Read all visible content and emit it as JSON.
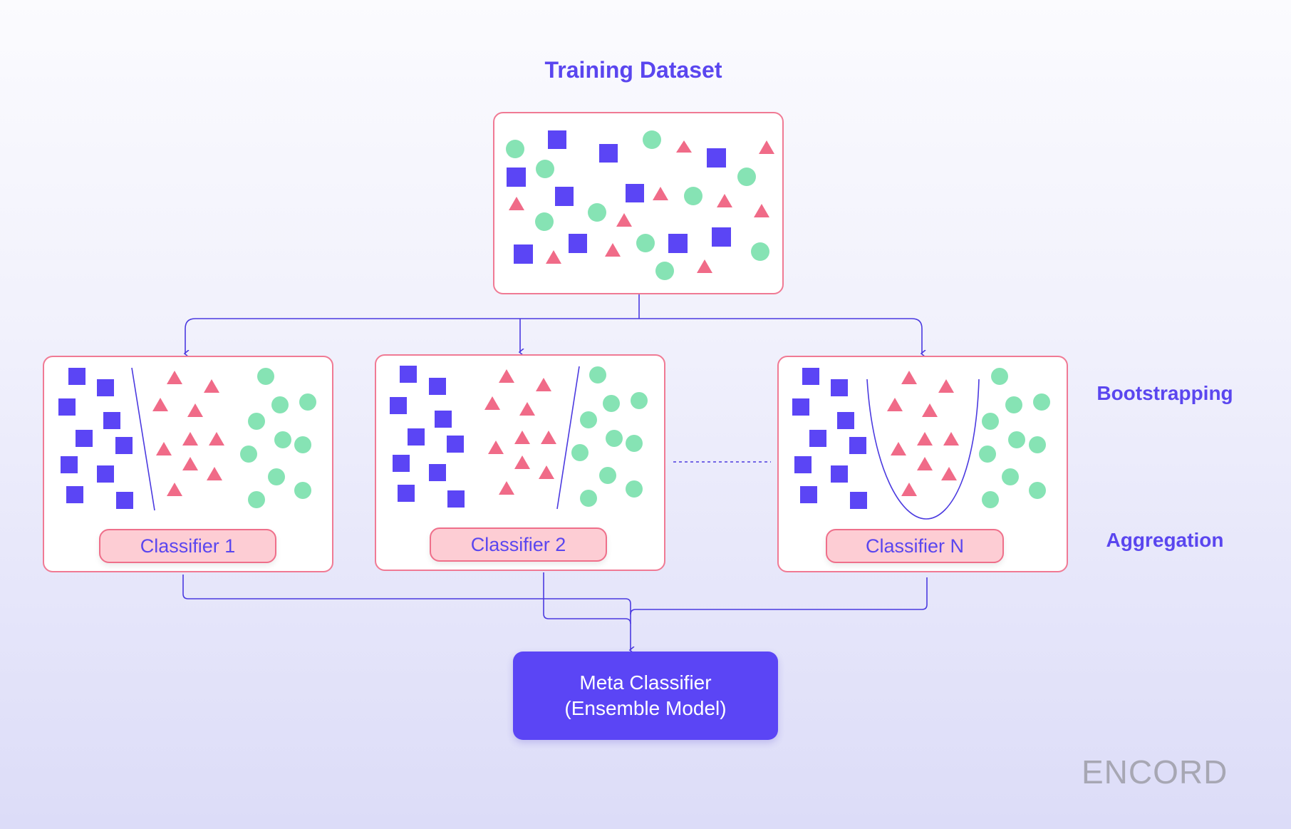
{
  "title": "Training Dataset",
  "side_labels": {
    "bootstrapping": "Bootstrapping",
    "aggregation": "Aggregation"
  },
  "classifiers": [
    {
      "label": "Classifier 1"
    },
    {
      "label": "Classifier 2"
    },
    {
      "label": "Classifier N"
    }
  ],
  "meta_classifier": {
    "line1": "Meta Classifier",
    "line2": "(Ensemble Model)"
  },
  "logo": "ENCORD",
  "colors": {
    "accent": "#5a46ef",
    "square": "#5b45f5",
    "triangle": "#f06b88",
    "circle": "#86e3b4",
    "border": "#f07a94",
    "label_bg": "#fdcdd4"
  }
}
